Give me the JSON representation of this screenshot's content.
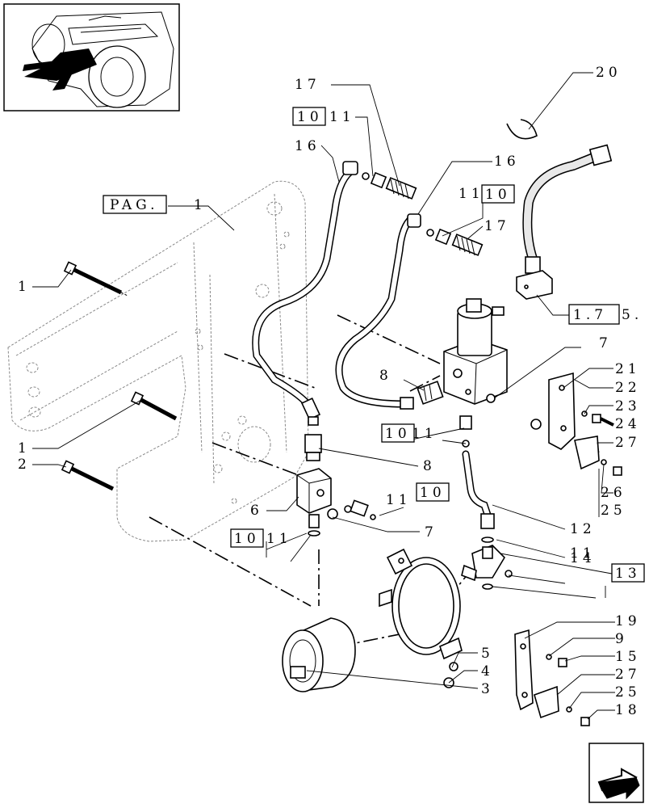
{
  "labels": {
    "l1a": "1",
    "l1b": "1",
    "l2": "2",
    "l3": "3",
    "l4": "4",
    "l5": "5",
    "l6": "6",
    "l7a": "7",
    "l7b": "7",
    "l8a": "8",
    "l8b": "8",
    "l9": "9",
    "l12": "12",
    "l14": "14",
    "l15": "15",
    "l16a": "16",
    "l16b": "16",
    "l17a": "17",
    "l17b": "17",
    "l18": "18",
    "l19": "19",
    "l20": "20",
    "l21": "21",
    "l22": "22",
    "l23": "23",
    "l24": "24",
    "l25a": "25",
    "l25b": "25",
    "l26": "26",
    "l27a": "27",
    "l27b": "27",
    "l11a": "11",
    "l11b": "11",
    "l11c": "11",
    "l11d": "11",
    "l11e": "11"
  },
  "boxed": {
    "b10a": "10",
    "b10b": "10",
    "b10c": "10",
    "b10d": "10",
    "b10e": "10",
    "b13": "13",
    "bpag": "PAG.",
    "bref": "1.7",
    "bref_suffix": "5."
  }
}
